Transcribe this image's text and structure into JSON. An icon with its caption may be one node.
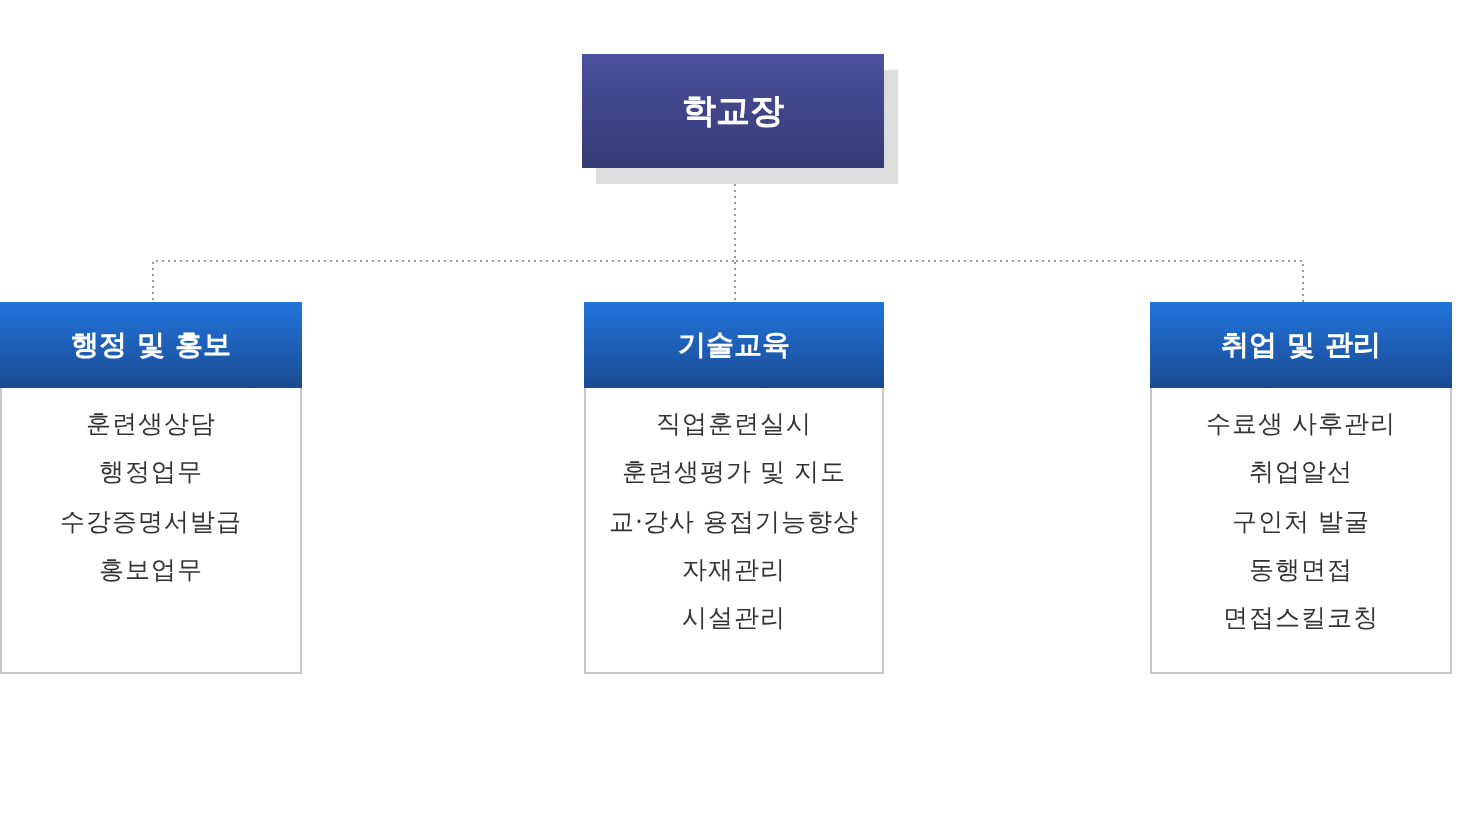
{
  "diagram": {
    "nodes": [
      {
        "text": [
          "학교장"
        ]
      },
      {
        "text": [
          "행정 및 홍보",
          "훈련생상담",
          "행정업무",
          "수강증명서발급",
          "홍보업무"
        ]
      },
      {
        "text": [
          "기술교육",
          "직업훈련실시",
          "훈련생평가 및 지도",
          "교·강사 용접기능향상",
          "자재관리",
          "시설관리"
        ]
      },
      {
        "text": [
          "취업 및 관리",
          "수료생 사후관리",
          "취업알선",
          "구인처 발굴",
          "동행면접",
          "면접스킬코칭"
        ]
      }
    ],
    "edges": [
      {
        "from": 0,
        "to": 1,
        "arrow": "none",
        "style": "dashed"
      },
      {
        "from": 0,
        "to": 2,
        "arrow": "none",
        "style": "dashed"
      },
      {
        "from": 0,
        "to": 3,
        "arrow": "none",
        "style": "dashed"
      }
    ]
  }
}
